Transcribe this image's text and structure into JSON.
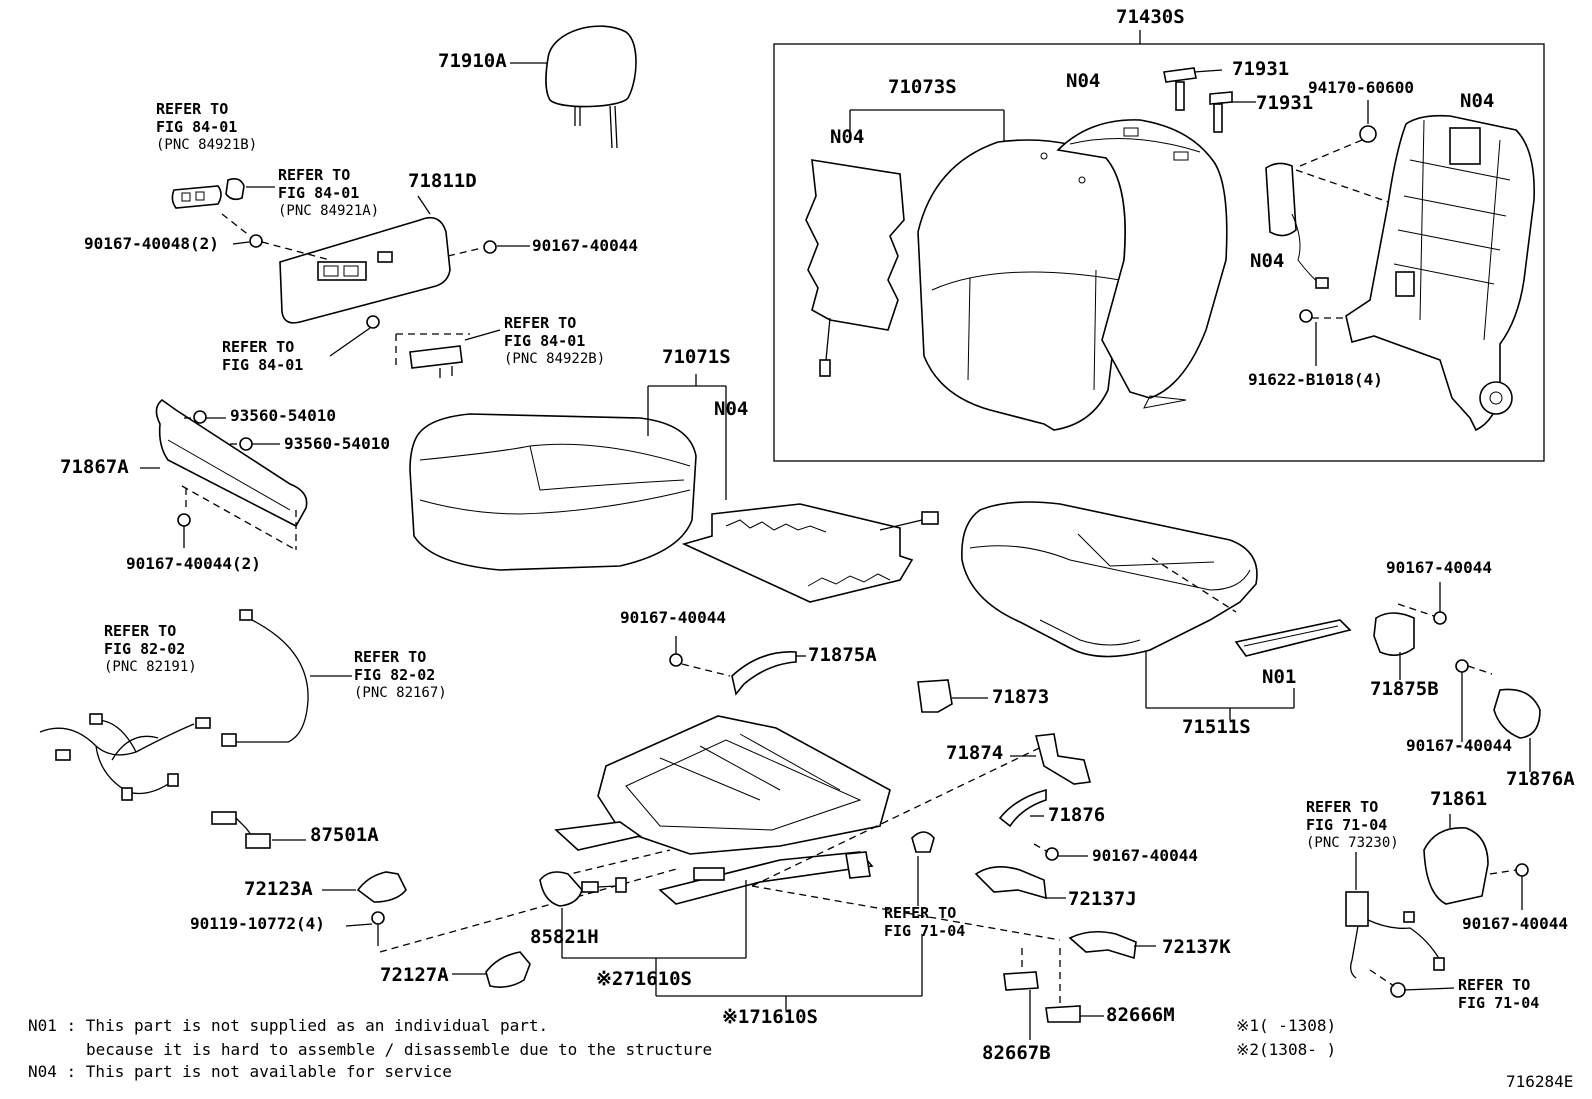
{
  "diagram_id": "716284E",
  "labels": {
    "p71430S": "71430S",
    "p71910A": "71910A",
    "p71811D": "71811D",
    "p90167_40048_2": "90167-40048(2)",
    "p90167_40044_a": "90167-40044",
    "p71073S": "71073S",
    "p71931_a": "71931",
    "p71931_b": "71931",
    "p94170_60600": "94170-60600",
    "n04_a": "N04",
    "n04_b": "N04",
    "n04_c": "N04",
    "n04_d": "N04",
    "n04_e": "N04",
    "p91622_B1018_4": "91622-B1018(4)",
    "p71071S": "71071S",
    "p93560_54010_a": "93560-54010",
    "p93560_54010_b": "93560-54010",
    "p71867A": "71867A",
    "p90167_40044_2": "90167-40044(2)",
    "p90167_40044_b": "90167-40044",
    "p71875A": "71875A",
    "p90167_40044_c": "90167-40044",
    "p71875B": "71875B",
    "p90167_40044_d": "90167-40044",
    "p71876A": "71876A",
    "n01": "N01",
    "p71511S": "71511S",
    "p71873": "71873",
    "p71874": "71874",
    "p71876": "71876",
    "p90167_40044_e": "90167-40044",
    "p72137J": "72137J",
    "p72137K": "72137K",
    "p87501A": "87501A",
    "p72123A": "72123A",
    "p90119_10772_4": "90119-10772(4)",
    "p85821H": "85821H",
    "p72127A": "72127A",
    "p71610S_2": "※271610S",
    "p71610S_1": "※171610S",
    "p82666M": "82666M",
    "p82667B": "82667B",
    "p71861": "71861",
    "p90167_40044_f": "90167-40044"
  },
  "refs": {
    "r1": {
      "line1": "REFER TO",
      "line2": "FIG 84-01",
      "pnc": "(PNC 84921B)"
    },
    "r2": {
      "line1": "REFER TO",
      "line2": "FIG 84-01",
      "pnc": "(PNC 84921A)"
    },
    "r3": {
      "line1": "REFER TO",
      "line2": "FIG 84-01",
      "pnc": "(PNC 84922B)"
    },
    "r4": {
      "line1": "REFER TO",
      "line2": "FIG 84-01"
    },
    "r5": {
      "line1": "REFER TO",
      "line2": "FIG 82-02",
      "pnc": "(PNC 82191)"
    },
    "r6": {
      "line1": "REFER TO",
      "line2": "FIG 82-02",
      "pnc": "(PNC 82167)"
    },
    "r7": {
      "line1": "REFER TO",
      "line2": "FIG 71-04"
    },
    "r8": {
      "line1": "REFER TO",
      "line2": "FIG 71-04",
      "pnc": "(PNC 73230)"
    },
    "r9": {
      "line1": "REFER TO",
      "line2": "FIG 71-04"
    }
  },
  "notes": {
    "n01_line1": "N01 : This part is not supplied as an individual part.",
    "n01_line2": "because it is hard to assemble / disassemble due to the structure",
    "n04_line": "N04 : This part is not available for service",
    "date1": "※1(   -1308)",
    "date2": "※2(1308-   )"
  }
}
